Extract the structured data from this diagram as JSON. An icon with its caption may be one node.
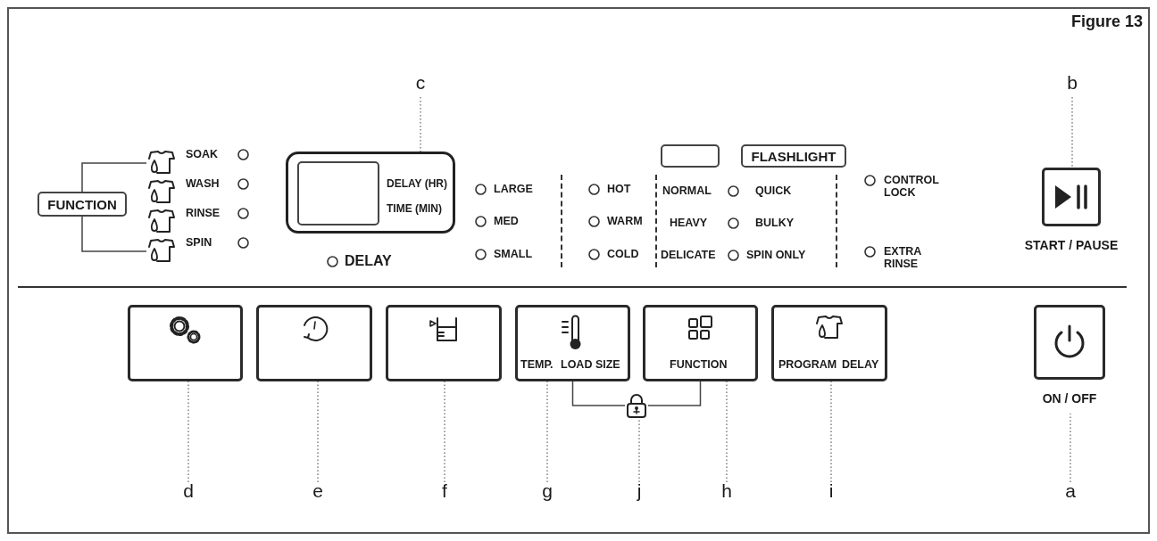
{
  "diagram": {
    "title": "Figure 13",
    "nodes": [
      {
        "text": [
          "c"
        ]
      },
      {
        "text": [
          "b"
        ]
      },
      {
        "text": [],
        "shape": "box"
      },
      {
        "text": [
          "FLASHLIGHT"
        ]
      },
      {
        "text": [
          "FUNCTION"
        ]
      },
      {
        "text": [],
        "shape": "icon"
      },
      {
        "text": [],
        "shape": "icon"
      },
      {
        "text": [],
        "shape": "icon"
      },
      {
        "text": [],
        "shape": "icon"
      },
      {
        "text": [
          "DELAY (HR)",
          "TIME (MIN)"
        ]
      },
      {
        "text": [
          "START / PAUSE"
        ]
      },
      {
        "text": [],
        "shape": "box"
      },
      {
        "text": [],
        "shape": "box"
      },
      {
        "text": [],
        "shape": "box"
      },
      {
        "text": [],
        "shape": "box"
      },
      {
        "text": [],
        "shape": "box"
      },
      {
        "text": [],
        "shape": "box"
      },
      {
        "text": [
          "ON / OFF"
        ]
      },
      {
        "text": [],
        "shape": "icon"
      },
      {
        "text": [
          "d"
        ]
      },
      {
        "text": [
          "e"
        ]
      },
      {
        "text": [
          "f"
        ]
      },
      {
        "text": [
          "g"
        ]
      },
      {
        "text": [
          "j"
        ]
      },
      {
        "text": [
          "h"
        ]
      },
      {
        "text": [
          "i"
        ]
      },
      {
        "text": [
          "a"
        ]
      },
      {
        "text": [],
        "shape": "box",
        "in": 9
      }
    ],
    "edges": [
      {
        "from": 0,
        "to": 9,
        "arrow": "none",
        "style": "dashed"
      },
      {
        "from": 1,
        "to": 10,
        "arrow": "none",
        "style": "dashed"
      },
      {
        "from": 4,
        "to": 5,
        "arrow": "none"
      },
      {
        "from": 4,
        "to": 8,
        "arrow": "none"
      },
      {
        "from": 18,
        "to": 14,
        "arrow": "none"
      },
      {
        "from": 18,
        "to": 15,
        "arrow": "none"
      },
      {
        "from": 19,
        "to": 11,
        "arrow": "none",
        "style": "dashed"
      },
      {
        "from": 20,
        "to": 12,
        "arrow": "none",
        "style": "dashed"
      },
      {
        "from": 21,
        "to": 13,
        "arrow": "none",
        "style": "dashed"
      },
      {
        "from": 22,
        "to": 14,
        "arrow": "none",
        "style": "dashed"
      },
      {
        "from": 23,
        "to": 18,
        "arrow": "none",
        "style": "dashed"
      },
      {
        "from": 24,
        "to": 15,
        "arrow": "none",
        "style": "dashed"
      },
      {
        "from": 25,
        "to": 16,
        "arrow": "none",
        "style": "dashed"
      },
      {
        "from": 26,
        "to": 17,
        "arrow": "none",
        "style": "dashed"
      }
    ],
    "labels": [
      "SOAK",
      "WASH",
      "RINSE",
      "SPIN",
      "DELAY",
      "LARGE",
      "MED",
      "SMALL",
      "HOT",
      "WARM",
      "COLD",
      "NORMAL",
      "QUICK",
      "HEAVY",
      "BULKY",
      "DELICATE",
      "SPIN ONLY",
      "CONTROL LOCK",
      "EXTRA RINSE",
      "TEMP.",
      "LOAD SIZE",
      "FUNCTION",
      "PROGRAM",
      "DELAY"
    ]
  }
}
